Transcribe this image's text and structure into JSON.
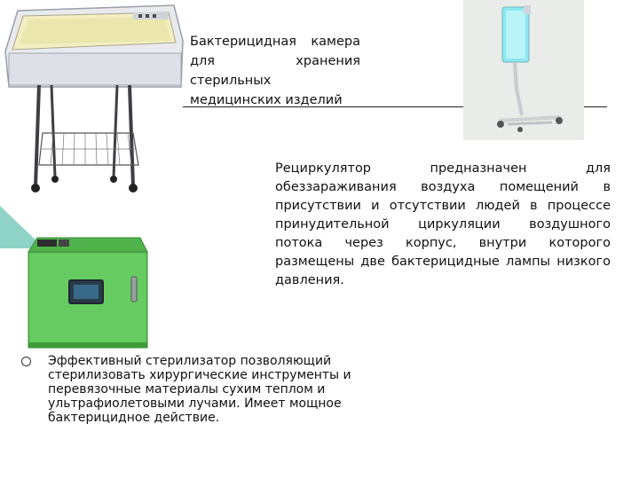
{
  "slide": {
    "caption_camera": [
      "Бактерицидная камера",
      "для хранения",
      "стерильных",
      "медицинских изделий"
    ],
    "paragraph_recirculator": "Рециркулятор предназначен для обеззараживания воздуха помещений в присутствии и отсутствии людей в процессе принудительной циркуляции воздушного потока через корпус, внутри которого размещены две бактерицидные лампы низкого давления.",
    "bullet_sterilizer": "Эффективный стерилизатор позволяющий стерилизовать хирургические инструменты и перевязочные материалы сухим теплом и ультрафиолетовыми лучами. Имеет мощное бактерицидное действие."
  },
  "colors": {
    "accent_triangle": "#8fd3c7",
    "sterilizer_green": "#5ec65a",
    "recirculator_lamp": "#8fe8f0"
  },
  "images": [
    {
      "icon": "bactericidal-chamber-photo"
    },
    {
      "icon": "recirculator-photo"
    },
    {
      "icon": "sterilizer-photo"
    }
  ]
}
